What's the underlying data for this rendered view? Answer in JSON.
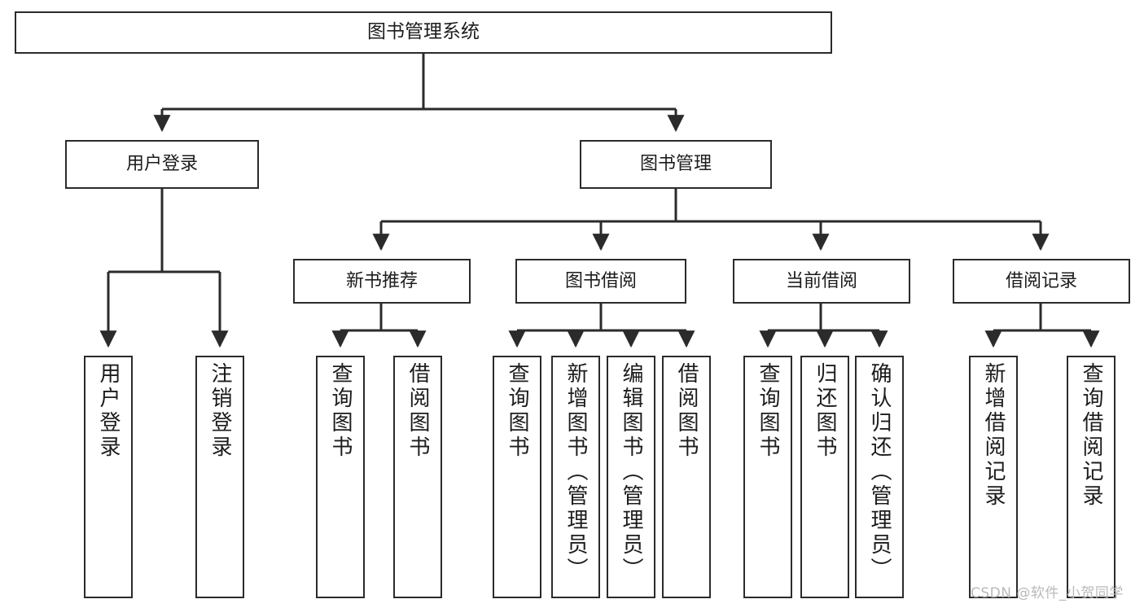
{
  "diagram": {
    "title": "图书管理系统",
    "type": "hierarchy-tree",
    "colors": {
      "box_border": "#2b2b2b",
      "box_fill": "#ffffff",
      "edge": "#2b2b2b",
      "text": "#1c1c1c",
      "watermark": "#b9b9b9"
    },
    "levels": [
      {
        "level": 1,
        "nodes": [
          {
            "id": "root",
            "label": "图书管理系统",
            "orientation": "horizontal"
          }
        ]
      },
      {
        "level": 2,
        "nodes": [
          {
            "id": "l2-1",
            "label": "用户登录",
            "orientation": "horizontal"
          },
          {
            "id": "l2-2",
            "label": "图书管理",
            "orientation": "horizontal"
          }
        ]
      },
      {
        "level": 3,
        "nodes": [
          {
            "id": "l3-1",
            "label": "新书推荐",
            "orientation": "horizontal"
          },
          {
            "id": "l3-2",
            "label": "图书借阅",
            "orientation": "horizontal"
          },
          {
            "id": "l3-3",
            "label": "当前借阅",
            "orientation": "horizontal"
          },
          {
            "id": "l3-4",
            "label": "借阅记录",
            "orientation": "horizontal"
          }
        ]
      },
      {
        "level": 4,
        "nodes": [
          {
            "id": "leaf-1",
            "label": "用户登录",
            "orientation": "vertical",
            "parent": "用户登录"
          },
          {
            "id": "leaf-2",
            "label": "注销登录",
            "orientation": "vertical",
            "parent": "用户登录"
          },
          {
            "id": "leaf-3",
            "label": "查询图书",
            "orientation": "vertical",
            "parent": "新书推荐"
          },
          {
            "id": "leaf-4",
            "label": "借阅图书",
            "orientation": "vertical",
            "parent": "新书推荐"
          },
          {
            "id": "leaf-5",
            "label": "查询图书",
            "orientation": "vertical",
            "parent": "图书借阅"
          },
          {
            "id": "leaf-6",
            "label": "新增图书（管理员）",
            "orientation": "vertical",
            "parent": "图书借阅"
          },
          {
            "id": "leaf-7",
            "label": "编辑图书（管理员）",
            "orientation": "vertical",
            "parent": "图书借阅"
          },
          {
            "id": "leaf-8",
            "label": "借阅图书",
            "orientation": "vertical",
            "parent": "图书借阅"
          },
          {
            "id": "leaf-9",
            "label": "查询图书",
            "orientation": "vertical",
            "parent": "当前借阅"
          },
          {
            "id": "leaf-10",
            "label": "归还图书",
            "orientation": "vertical",
            "parent": "当前借阅"
          },
          {
            "id": "leaf-11",
            "label": "确认归还（管理员）",
            "orientation": "vertical",
            "parent": "当前借阅"
          },
          {
            "id": "leaf-12",
            "label": "新增借阅记录",
            "orientation": "vertical",
            "parent": "借阅记录"
          },
          {
            "id": "leaf-13",
            "label": "查询借阅记录",
            "orientation": "vertical",
            "parent": "借阅记录"
          }
        ]
      }
    ]
  },
  "watermark": {
    "text": "CSDN @软件_小贺同学"
  }
}
